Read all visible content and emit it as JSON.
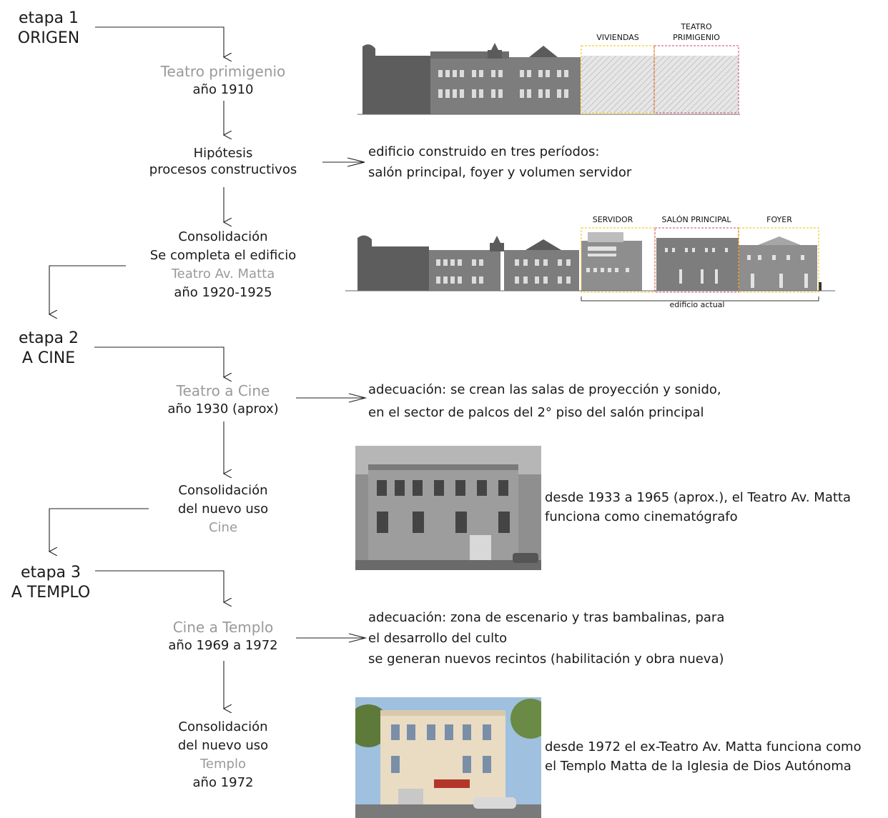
{
  "stages": [
    {
      "line1": "etapa 1",
      "line2": "ORIGEN"
    },
    {
      "line1": "etapa 2",
      "line2": "A CINE"
    },
    {
      "line1": "etapa 3",
      "line2": "A TEMPLO"
    }
  ],
  "nodes": {
    "teatro_primigenio": {
      "title": "Teatro  primigenio",
      "sub": "año 1910"
    },
    "hipotesis": {
      "line1": "Hipótesis",
      "line2": "procesos constructivos"
    },
    "consolidacion1": {
      "line1": "Consolidación",
      "line2": "Se completa el edificio",
      "title": "Teatro Av. Matta",
      "sub": "año 1920-1925"
    },
    "teatro_a_cine": {
      "title": "Teatro a Cine",
      "sub": "año 1930 (aprox)"
    },
    "consolidacion2": {
      "line1": "Consolidación",
      "line2": "del nuevo uso",
      "title": "Cine"
    },
    "cine_a_templo": {
      "title": "Cine a Templo",
      "sub": "año 1969 a 1972"
    },
    "consolidacion3": {
      "line1": "Consolidación",
      "line2": "del nuevo uso",
      "title": "Templo",
      "sub": "año 1972"
    }
  },
  "descriptions": {
    "hipotesis": [
      "edificio construido en tres períodos:",
      "salón principal, foyer y volumen servidor"
    ],
    "teatro_a_cine": [
      "adecuación: se crean las salas de proyección y sonido,",
      "en el sector de palcos del 2° piso del salón principal"
    ],
    "cine": [
      "desde 1933 a 1965 (aprox.), el Teatro Av. Matta",
      "funciona como cinematógrafo"
    ],
    "cine_a_templo": [
      "adecuación: zona de escenario y tras bambalinas, para",
      "el desarrollo del culto",
      "se generan nuevos recintos (habilitación y obra nueva)"
    ],
    "templo": [
      "desde 1972 el ex-Teatro Av. Matta funciona como",
      "el Templo Matta de la Iglesia de Dios Autónoma"
    ]
  },
  "elevation1_labels": {
    "viviendas": "VIVIENDAS",
    "teatro_primigenio": "TEATRO\nPRIMIGENIO"
  },
  "elevation2_labels": {
    "servidor": "SERVIDOR",
    "salon_principal": "SALÓN PRINCIPAL",
    "foyer": "FOYER",
    "edificio_actual": "edificio actual"
  },
  "colors": {
    "yellow_dash": "#f2c200",
    "red_dash": "#d0455f",
    "building": "#8a8a8a",
    "building_dark": "#5f5f5f",
    "gray_text": "#9a9a9a"
  }
}
